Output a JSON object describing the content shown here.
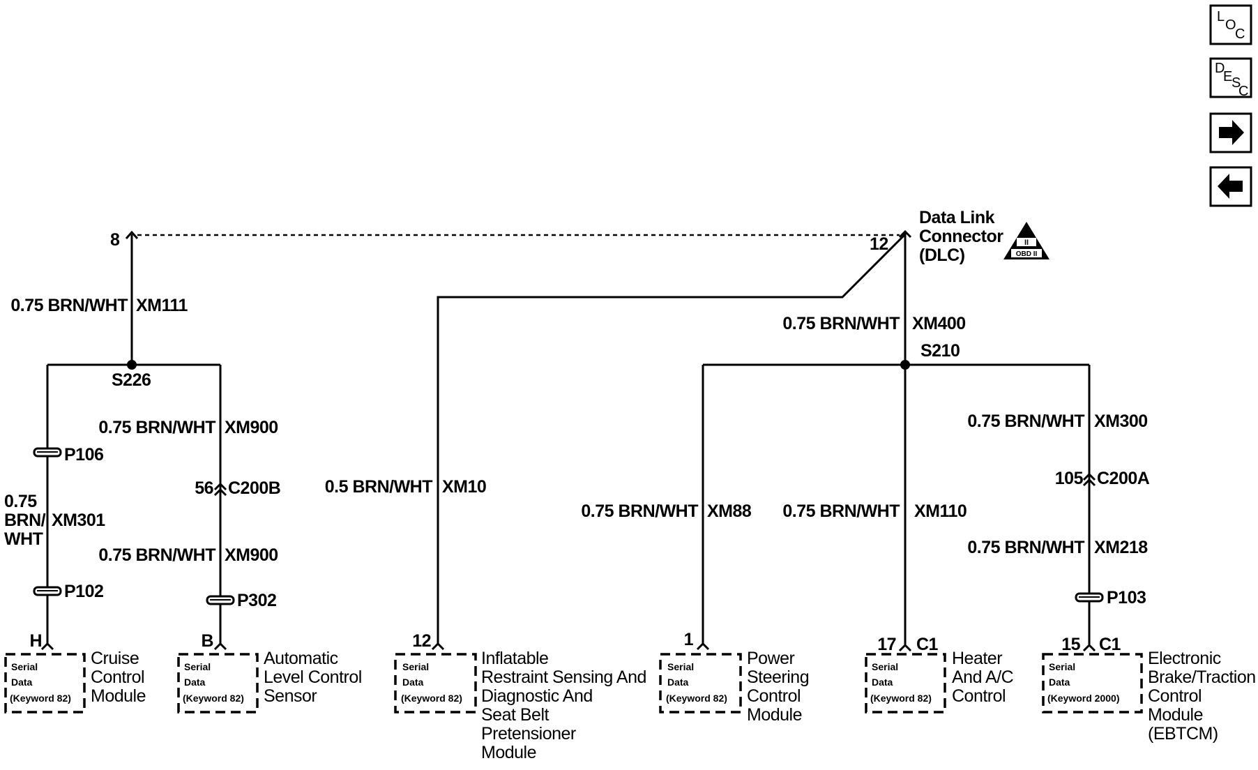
{
  "nav": {
    "loc": {
      "l1": "L",
      "l2": "O",
      "l3": "C"
    },
    "desc": {
      "l1": "D",
      "l2": "E",
      "l3": "S",
      "l4": "C"
    },
    "next_icon": "arrow-right-icon",
    "prev_icon": "arrow-left-icon"
  },
  "dlc": {
    "title": [
      "Data Link",
      "Connector",
      "(DLC)"
    ],
    "obd_badge": [
      "II",
      "OBD II"
    ],
    "pin_left": "8",
    "pin_right": "12"
  },
  "splices": {
    "left": "S226",
    "right": "S210"
  },
  "wires": {
    "xm111": {
      "gauge": "0.75 BRN/WHT",
      "id": "XM111"
    },
    "xm400": {
      "gauge": "0.75 BRN/WHT",
      "id": "XM400"
    },
    "xm900a": {
      "gauge": "0.75 BRN/WHT",
      "id": "XM900"
    },
    "xm900b": {
      "gauge": "0.75 BRN/WHT",
      "id": "XM900"
    },
    "xm301": {
      "gauge_lines": [
        "0.75",
        "BRN/",
        "WHT"
      ],
      "id": "XM301"
    },
    "xm10": {
      "gauge": "0.5 BRN/WHT",
      "id": "XM10"
    },
    "xm88": {
      "gauge": "0.75 BRN/WHT",
      "id": "XM88"
    },
    "xm110": {
      "gauge": "0.75 BRN/WHT",
      "id": "XM110"
    },
    "xm300": {
      "gauge": "0.75 BRN/WHT",
      "id": "XM300"
    },
    "xm218": {
      "gauge": "0.75 BRN/WHT",
      "id": "XM218"
    }
  },
  "connectors": {
    "p106": "P106",
    "p102": "P102",
    "p302": "P302",
    "p103": "P103",
    "c200b": {
      "pin": "56",
      "name": "C200B"
    },
    "c200a": {
      "pin": "105",
      "name": "C200A"
    }
  },
  "modules": [
    {
      "pin": "H",
      "conn": "",
      "name_lines": [
        "Cruise",
        "Control",
        "Module"
      ],
      "serial": [
        "Serial",
        "Data",
        "(Keyword 82)"
      ]
    },
    {
      "pin": "B",
      "conn": "",
      "name_lines": [
        "Automatic",
        "Level Control",
        "Sensor"
      ],
      "serial": [
        "Serial",
        "Data",
        "(Keyword 82)"
      ]
    },
    {
      "pin": "12",
      "conn": "",
      "name_lines": [
        "Inflatable",
        "Restraint Sensing And",
        "Diagnostic And",
        "Seat Belt",
        "Pretensioner",
        "Module"
      ],
      "serial": [
        "Serial",
        "Data",
        "(Keyword 82)"
      ]
    },
    {
      "pin": "1",
      "conn": "",
      "name_lines": [
        "Power",
        "Steering",
        "Control",
        "Module"
      ],
      "serial": [
        "Serial",
        "Data",
        "(Keyword 82)"
      ]
    },
    {
      "pin": "17",
      "conn": "C1",
      "name_lines": [
        "Heater",
        "And A/C",
        "Control"
      ],
      "serial": [
        "Serial",
        "Data",
        "(Keyword 82)"
      ]
    },
    {
      "pin": "15",
      "conn": "C1",
      "name_lines": [
        "Electronic",
        "Brake/Traction",
        "Control",
        "Module",
        "(EBTCM)"
      ],
      "serial": [
        "Serial",
        "Data",
        "(Keyword 2000)"
      ]
    }
  ]
}
